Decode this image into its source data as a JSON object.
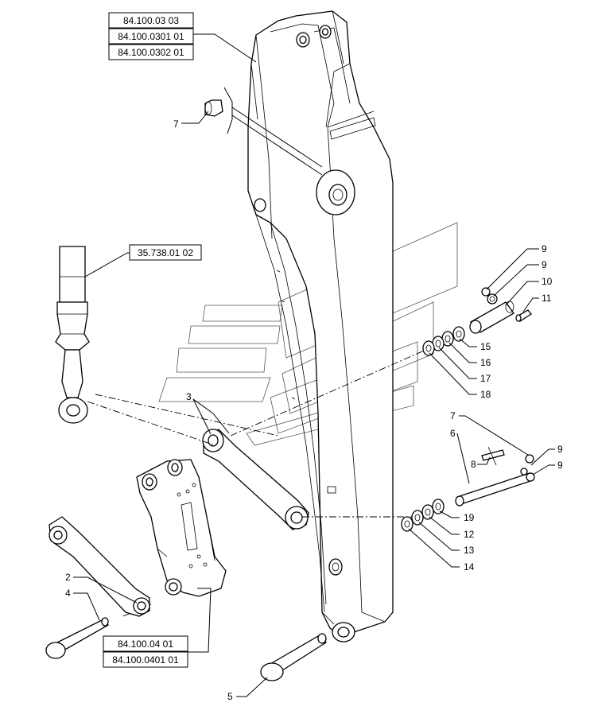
{
  "references": {
    "boom_ref_1": "84.100.03 03",
    "boom_ref_2": "84.100.0301 01",
    "boom_ref_3": "84.100.0302 01",
    "cylinder_ref": "35.738.01 02",
    "link_ref_1": "84.100.04 01",
    "link_ref_2": "84.100.0401 01"
  },
  "callouts": {
    "c7a": "7",
    "c9a": "9",
    "c9b": "9",
    "c10": "10",
    "c11": "11",
    "c15": "15",
    "c16": "16",
    "c17": "17",
    "c18": "18",
    "c3": "3",
    "c7b": "7",
    "c6": "6",
    "c8": "8",
    "c9c": "9",
    "c9d": "9",
    "c19": "19",
    "c12": "12",
    "c13": "13",
    "c14": "14",
    "c2": "2",
    "c4": "4",
    "c5": "5"
  }
}
